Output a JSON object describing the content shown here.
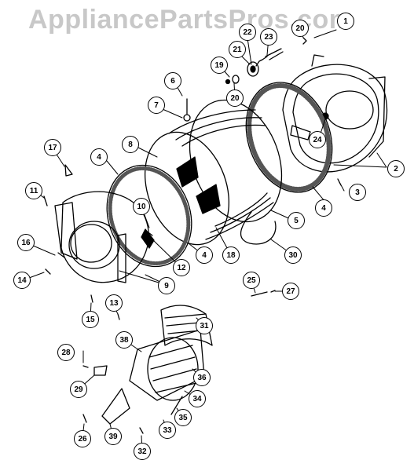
{
  "watermark": "AppliancePartsPros.com",
  "callouts": [
    {
      "id": "c1",
      "label": "1"
    },
    {
      "id": "c2",
      "label": "2"
    },
    {
      "id": "c3",
      "label": "3"
    },
    {
      "id": "c4a",
      "label": "4"
    },
    {
      "id": "c4b",
      "label": "4"
    },
    {
      "id": "c4c",
      "label": "4"
    },
    {
      "id": "c5",
      "label": "5"
    },
    {
      "id": "c6",
      "label": "6"
    },
    {
      "id": "c7",
      "label": "7"
    },
    {
      "id": "c8",
      "label": "8"
    },
    {
      "id": "c9",
      "label": "9"
    },
    {
      "id": "c10",
      "label": "10"
    },
    {
      "id": "c11",
      "label": "11"
    },
    {
      "id": "c12",
      "label": "12"
    },
    {
      "id": "c13",
      "label": "13"
    },
    {
      "id": "c14",
      "label": "14"
    },
    {
      "id": "c15",
      "label": "15"
    },
    {
      "id": "c16",
      "label": "16"
    },
    {
      "id": "c17",
      "label": "17"
    },
    {
      "id": "c18",
      "label": "18"
    },
    {
      "id": "c19",
      "label": "19"
    },
    {
      "id": "c20a",
      "label": "20"
    },
    {
      "id": "c20b",
      "label": "20"
    },
    {
      "id": "c21",
      "label": "21"
    },
    {
      "id": "c22",
      "label": "22"
    },
    {
      "id": "c23",
      "label": "23"
    },
    {
      "id": "c24",
      "label": "24"
    },
    {
      "id": "c25",
      "label": "25"
    },
    {
      "id": "c26",
      "label": "26"
    },
    {
      "id": "c27",
      "label": "27"
    },
    {
      "id": "c28",
      "label": "28"
    },
    {
      "id": "c29",
      "label": "29"
    },
    {
      "id": "c30",
      "label": "30"
    },
    {
      "id": "c31",
      "label": "31"
    },
    {
      "id": "c32",
      "label": "32"
    },
    {
      "id": "c33",
      "label": "33"
    },
    {
      "id": "c34",
      "label": "34"
    },
    {
      "id": "c35",
      "label": "35"
    },
    {
      "id": "c36",
      "label": "36"
    },
    {
      "id": "c38",
      "label": "38"
    },
    {
      "id": "c39",
      "label": "39"
    }
  ]
}
